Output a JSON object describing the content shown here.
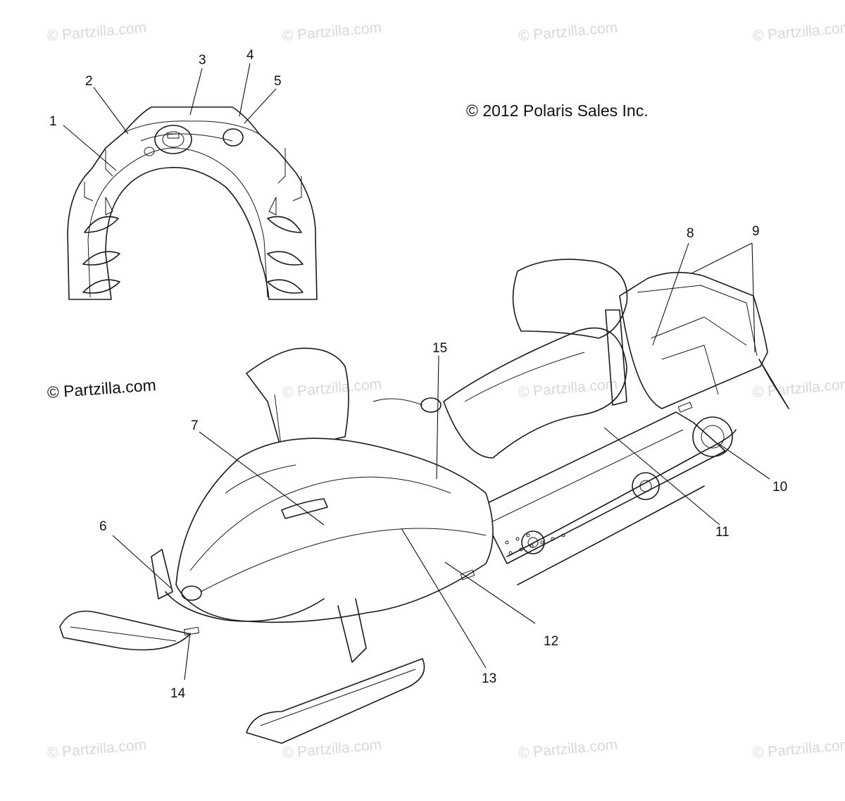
{
  "copyright": "© 2012 Polaris Sales Inc.",
  "brand_mark": "© Partzilla.com",
  "watermarks": [
    "© Partzilla.com",
    "© Partzilla.com",
    "© Partzilla.com",
    "© Partzilla.com",
    "© Partzilla.com",
    "© Partzilla.com",
    "© Partzilla.com",
    "© Partzilla.com",
    "© Partzilla.com",
    "© Partzilla.com",
    "© Partzilla.com"
  ],
  "callouts": [
    "1",
    "2",
    "3",
    "4",
    "5",
    "6",
    "7",
    "8",
    "9",
    "10",
    "11",
    "12",
    "13",
    "14",
    "15"
  ]
}
